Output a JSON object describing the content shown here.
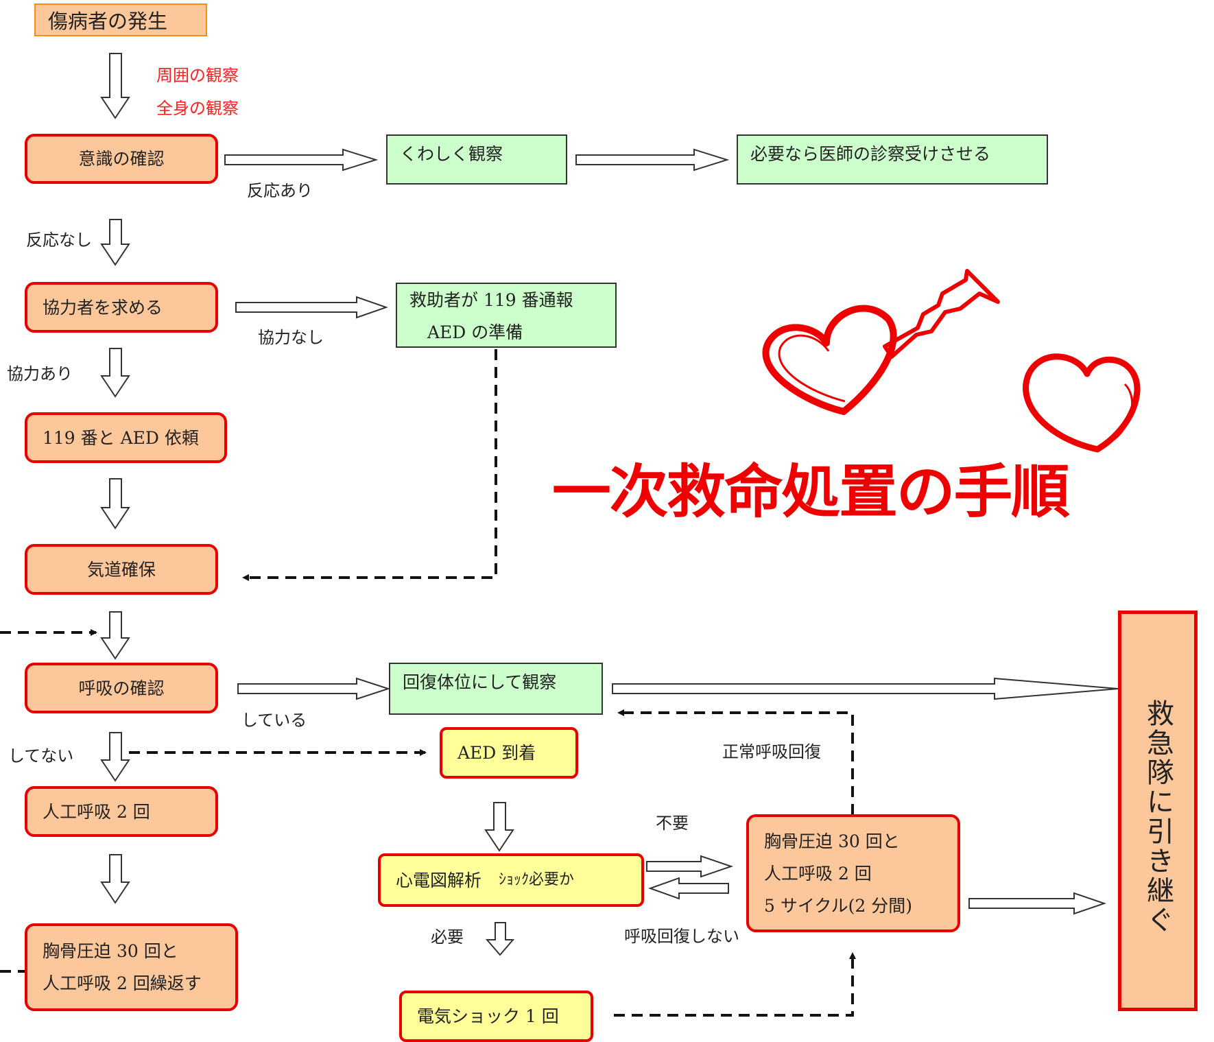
{
  "title": "一次救命処置の手順",
  "start": "傷病者の発生",
  "observe": [
    "周囲の観察",
    "全身の観察"
  ],
  "steps": {
    "consciousness": "意識の確認",
    "helpers": "協力者を求める",
    "call": "119 番と AED 依頼",
    "airway": "気道確保",
    "breathing": "呼吸の確認",
    "rescue_breaths": "人工呼吸 2 回",
    "cpr_line1": "胸骨圧迫 30 回と",
    "cpr_line2": "人工呼吸 2 回繰返す"
  },
  "green_boxes": {
    "observe_detail": "くわしく観察",
    "doctor": "必要なら医師の診察受けさせる",
    "rescuer_line1": "救助者が 119 番通報",
    "rescuer_line2": "AED の準備",
    "recovery": "回復体位にして観察"
  },
  "aed": {
    "arrival": "AED 到着",
    "analysis_main": "心電図解析　",
    "analysis_small": "ｼｮｯｸ必要か",
    "shock": "電気ショック 1 回"
  },
  "cycle": {
    "line1": "胸骨圧迫 30 回と",
    "line2": "人工呼吸 2 回",
    "line3": "5 サイクル(2 分間)"
  },
  "handover": "救急隊に引き継ぐ",
  "labels": {
    "responsive": "反応あり",
    "unresponsive": "反応なし",
    "no_help": "協力なし",
    "help": "協力あり",
    "breathing_yes": "している",
    "breathing_no": "してない",
    "normal_recovered": "正常呼吸回復",
    "not_needed": "不要",
    "needed": "必要",
    "not_recovered": "呼吸回復しない"
  },
  "colors": {
    "accent_red": "#e60000",
    "orange_fill": "#fcc79a",
    "green_fill": "#ccffcc",
    "yellow_fill": "#ffff99"
  }
}
